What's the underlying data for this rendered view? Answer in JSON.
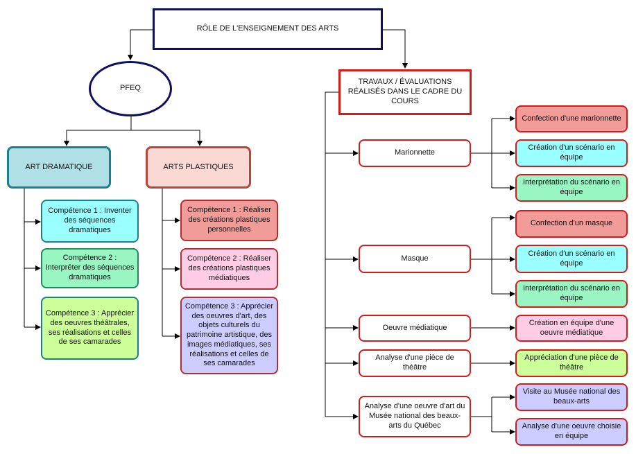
{
  "root": {
    "title": "RÔLE DE L'ENSEIGNEMENT DES ARTS"
  },
  "pfeq": {
    "label": "PFEQ"
  },
  "art_dramatique": {
    "title": "ART DRAMATIQUE",
    "competences": [
      "Compétence 1 : Inventer des séquences dramatiques",
      "Compétence 2 : Interpréter des séquences dramatiques",
      "Compétence 3 : Apprécier des oeuvres théâtrales, ses réalisations et celles de ses camarades"
    ]
  },
  "arts_plastiques": {
    "title": "ARTS PLASTIQUES",
    "competences": [
      "Compétence 1 : Réaliser des créations plastiques personnelles",
      "Compétence 2 : Réaliser des créations plastiques médiatiques",
      "Compétence 3 : Apprécier des oeuvres d'art, des objets culturels du patrimoine artistique, des images médiatiques, ses réalisations et celles de ses camarades"
    ]
  },
  "travaux": {
    "title": "TRAVAUX / ÉVALUATIONS RÉALISÉS DANS LE CADRE DU COURS",
    "items": [
      {
        "label": "Marionnette",
        "children": [
          "Confection d'une marionnette",
          "Création d'un scénario  en équipe",
          "Interprétation du scénario en équipe"
        ]
      },
      {
        "label": "Masque",
        "children": [
          "Confection d'un masque",
          "Création d'un scénario en équipe",
          "Interprétation du scénario en équipe"
        ]
      },
      {
        "label": "Oeuvre médiatique",
        "children": [
          "Création en équipe d'une oeuvre médiatique"
        ]
      },
      {
        "label": "Analyse d'une pièce de théâtre",
        "children": [
          "Appréciation d'une pièce de théâtre"
        ]
      },
      {
        "label": "Analyse d'une oeuvre d'art du Musée national des beaux-arts du Québec",
        "children": [
          "Visite au Musée national des beaux-arts",
          "Analyse d'une oeuvre choisie en équipe"
        ]
      }
    ]
  },
  "colors": {
    "navy": "#0f0f5c",
    "red": "#d61a1a",
    "teal_border": "#1d7f8c",
    "teal_fill": "#b0e0e6",
    "salmon_border": "#b5473a",
    "salmon_fill": "#fad9d5",
    "cyan_fill": "#99ffff",
    "green_fill": "#99f5c2",
    "lime_fill": "#ccff99",
    "red_fill": "#f19c99",
    "pink_fill": "#ffcce6",
    "lavender_fill": "#ccccff",
    "green_border": "#1d8c5a",
    "dark_red_border": "#b03030"
  }
}
